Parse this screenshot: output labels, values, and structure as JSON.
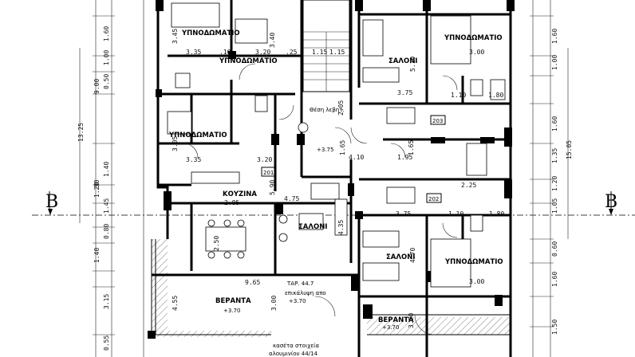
{
  "rooms": {
    "bed_top_left": "ΥΠΝΟΔΩΜΑΤΙΟ",
    "bed_top_mid": "ΥΠΝΟΔΩΜΑΤΙΟ",
    "bed_mid_left": "ΥΠΝΟΔΩΜΑΤΙΟ",
    "bed_top_right": "ΥΠΝΟΔΩΜΑΤΙΟ",
    "bed_bottom_right": "ΥΠΝΟΔΩΜΑΤΙΟ",
    "kitchen": "ΚΟΥΖΙΝΑ",
    "salon_left": "ΣΑΛΟΝΙ",
    "salon_top_right": "ΣΑΛΟΝΙ",
    "salon_bottom_right": "ΣΑΛΟΝΙ",
    "veranda_left": "ΒΕΡΑΝΤΑ",
    "veranda_right": "ΒΕΡΑΝΤΑ",
    "heating": "Θέση λεβητ.",
    "tap": "ΤΑΡ. 44.7",
    "shaft_note": "επικάλυψη απο",
    "cassette_note1": "κασέτα στοιχεία",
    "cassette_note2": "αλουμινίου 44/14"
  },
  "apartments": {
    "a201": "201",
    "a202": "202",
    "a203": "203"
  },
  "levels": {
    "stair": "+3.75",
    "veranda_left": "+3.70",
    "veranda_right": "+3.70",
    "tap_level": "+3.70"
  },
  "section_marks": {
    "left": "B",
    "right": "B"
  },
  "dims": {
    "d_345": "3.45",
    "d_335a": "3.35",
    "d_320a": "3.20",
    "d_340": "3.40",
    "d_335b": "3.35",
    "d_320b": "3.20",
    "d_305": "3.05",
    "d_285": "2.85",
    "d_250": "2.50",
    "d_475": "4.75",
    "d_590": "5.90",
    "d_435": "4.35",
    "d_965": "9.65",
    "d_455": "4.55",
    "d_300a": "3.00",
    "d_410": "4.10",
    "d_195": "1.95",
    "d_165a": "1.65",
    "d_165b": "1.65",
    "d_375a": "3.75",
    "d_375b": "3.75",
    "d_300b": "3.00",
    "d_300c": "3.00",
    "d_225": "2.25",
    "d_110a": "1.10",
    "d_110b": "1.10",
    "d_180a": "1.80",
    "d_180b": "1.80",
    "d_205": "2.05",
    "d_115a": "1.15",
    "d_115b": "1.15",
    "d_10a": ".10",
    "d_25a": ".25",
    "d_470": "4.70",
    "d_510": "5.10",
    "d_370": "3.70",
    "l_160a": "1.60",
    "l_100": "1.00",
    "l_900": "9.00",
    "l_050": "0.50",
    "l_1325": "13.25",
    "l_140a": "1.40",
    "l_120": "1.20",
    "l_145": "1.45",
    "l_080": "0.80",
    "l_140b": "1.40",
    "l_315": "3.15",
    "l_055": "0.55",
    "l_030": ".30",
    "r_160a": "1.60",
    "r_100": "1.00",
    "r_160b": "1.60",
    "r_1505": "15.05",
    "r_135": "1.35",
    "r_120": "1.20",
    "r_105": "1.05",
    "r_060": "0.60",
    "r_160c": "1.60",
    "r_150": "1.50"
  },
  "colors": {
    "ink": "#000000",
    "paper": "#ffffff"
  }
}
